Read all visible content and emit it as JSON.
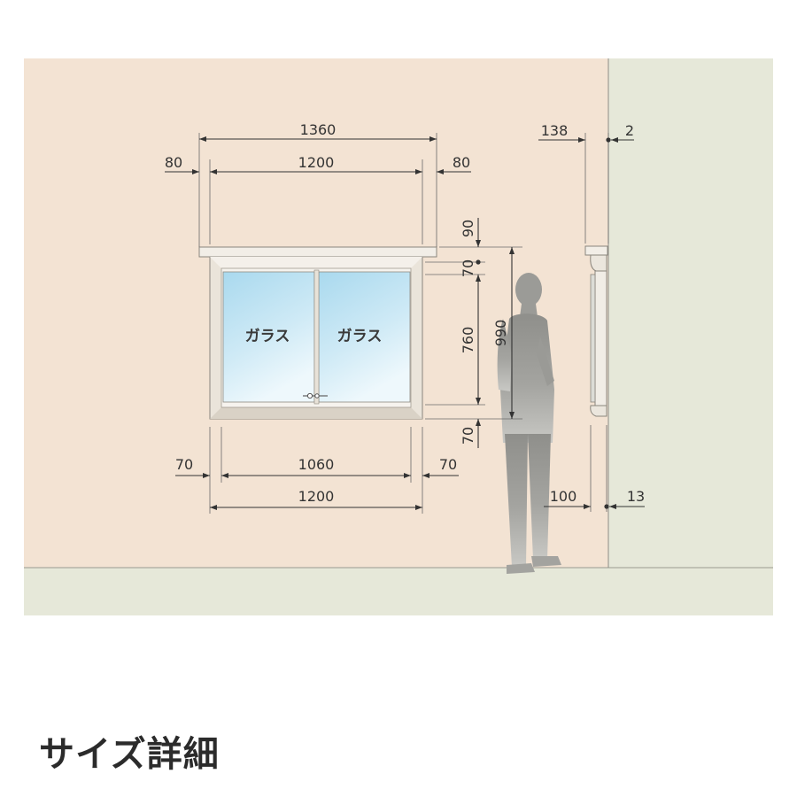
{
  "title": "サイズ詳細",
  "glass_labels": [
    "ガラス",
    "ガラス"
  ],
  "dimensions": {
    "top_overall": "1360",
    "top_left_margin": "80",
    "top_inner": "1200",
    "top_right_margin": "80",
    "v_top_cap": "90",
    "v_frame_top": "70",
    "v_glass": "760",
    "v_total": "990",
    "v_frame_bottom": "70",
    "bottom_left_frame": "70",
    "bottom_glass": "1060",
    "bottom_right_frame": "70",
    "bottom_overall": "1200",
    "side_depth_top": "138",
    "side_gap_top": "2",
    "side_depth_bottom": "100",
    "side_gap_bottom": "13"
  },
  "colors": {
    "wall": "#f3e3d3",
    "side_wall": "#e6e8d9",
    "floor": "#e6e8d9",
    "frame": "#ece7df",
    "glass": "#bfe3f3",
    "person": "#a9a9a4"
  }
}
